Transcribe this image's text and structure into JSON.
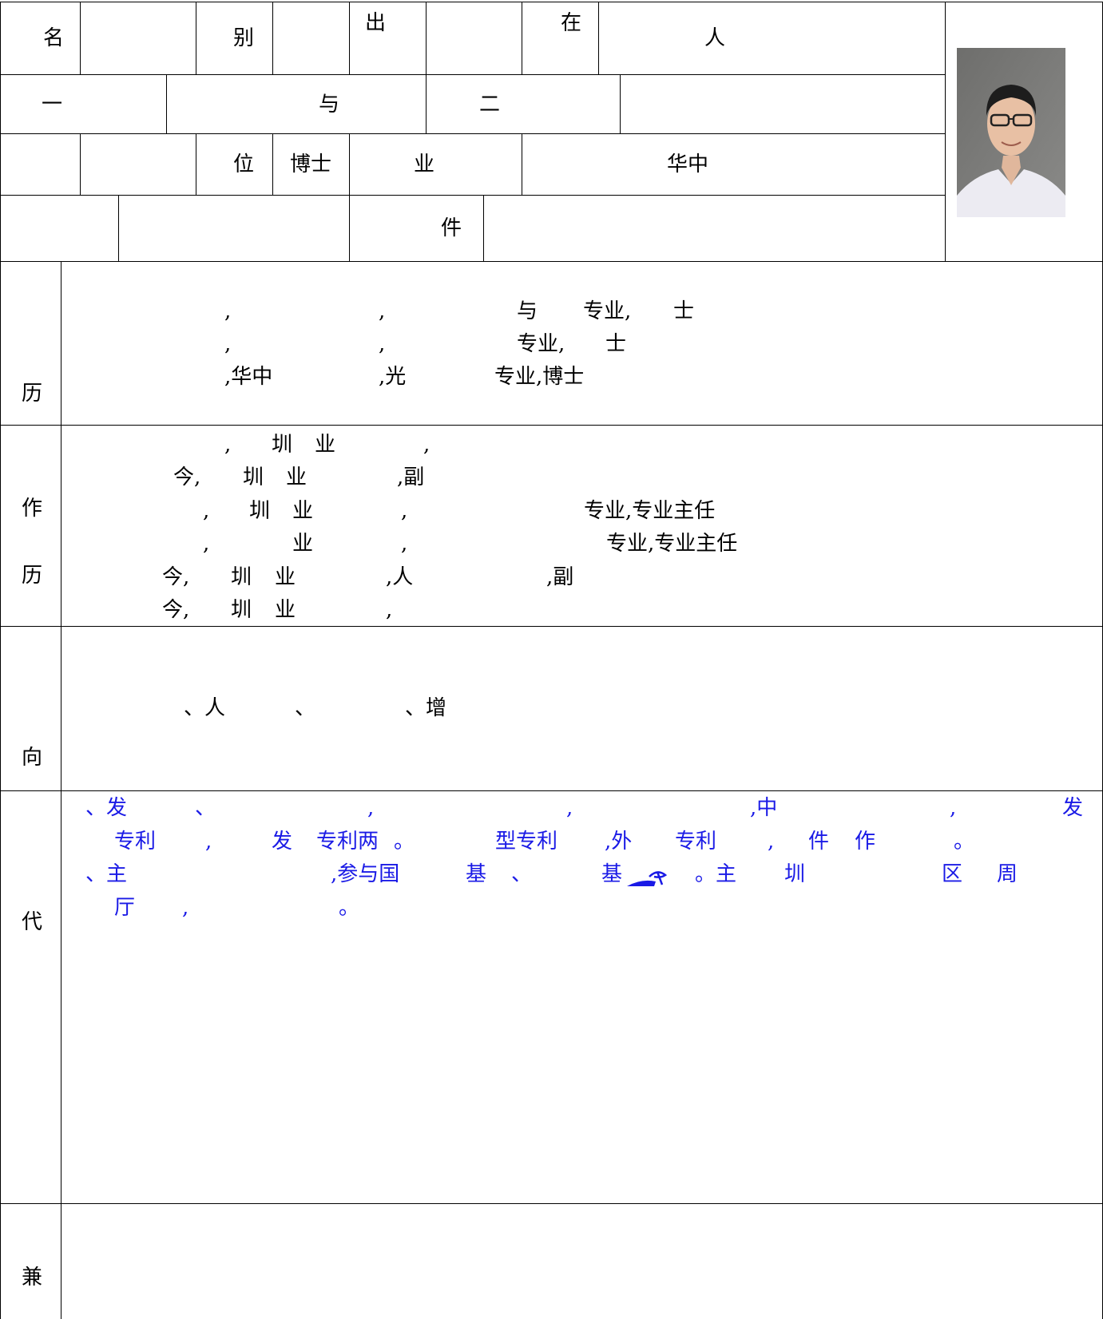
{
  "form": {
    "row1": {
      "c1": "名",
      "c3": "别",
      "c5": "出",
      "c7": "在",
      "c8": "人"
    },
    "row2": {
      "c1": "一",
      "c2": "与",
      "c3": "二"
    },
    "row3": {
      "c3": "位",
      "c4": "博士",
      "c5": "业",
      "c6": "华中"
    },
    "row4": {
      "c3": "件"
    }
  },
  "photo": {
    "description_icon": "portrait-photo"
  },
  "education": {
    "label": "历",
    "lines": [
      [
        ",",
        ",",
        "与",
        "专业,",
        "士"
      ],
      [
        ",",
        ",",
        "专业,",
        "士"
      ],
      [
        ",华中",
        ",光",
        "专业,博士"
      ]
    ]
  },
  "work": {
    "label_top": "作",
    "label_bottom": "历",
    "lines": [
      [
        ",",
        "圳",
        "业",
        ","
      ],
      [
        "今,",
        "圳",
        "业",
        ",副"
      ],
      [
        ",",
        "圳",
        "业",
        ",",
        "专业,专业主任"
      ],
      [
        ",",
        "业",
        ",",
        "专业,专业主任"
      ],
      [
        "今,",
        "圳",
        "业",
        ",人",
        ",副"
      ],
      [
        "今,",
        "圳",
        "业",
        ","
      ]
    ]
  },
  "research": {
    "label": "向",
    "text": [
      "、人",
      "、",
      "、增"
    ]
  },
  "achievements": {
    "label": "代",
    "lines": [
      [
        "、发",
        "、",
        ",",
        ",",
        ",中",
        ",",
        "发"
      ],
      [
        "专利",
        ",",
        "发",
        "专利两",
        "。",
        "型专利",
        ",外",
        "专利",
        ",",
        "件",
        "作",
        "。"
      ],
      [
        "、主",
        ",参与国",
        "基",
        "、",
        "基",
        "。主",
        "圳",
        "区",
        "周"
      ],
      [
        "厅",
        ",",
        "。"
      ]
    ]
  },
  "parttime": {
    "label": "兼"
  },
  "colors": {
    "text": "#000000",
    "blue_text": "#1a1ae6",
    "border": "#000000"
  }
}
